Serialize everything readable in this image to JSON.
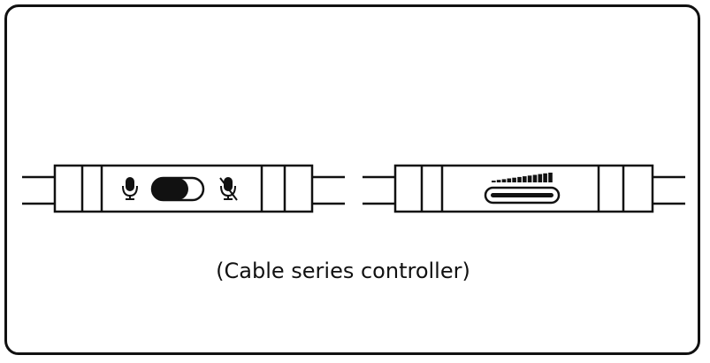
{
  "caption": "(Cable series controller)",
  "colors": {
    "stroke": "#111111",
    "background": "#ffffff"
  },
  "left_controller": {
    "left_icon": "microphone-icon",
    "switch": "mute-slide-switch",
    "right_icon": "microphone-muted-icon"
  },
  "right_controller": {
    "top_icon": "volume-level-bars-icon",
    "slot": "volume-slider-slot"
  }
}
